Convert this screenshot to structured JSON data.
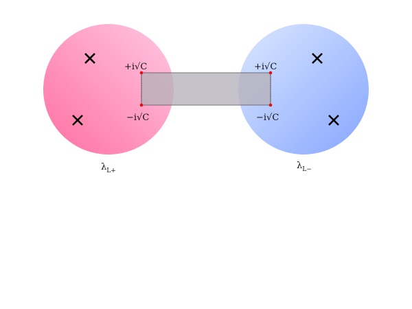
{
  "diagram": {
    "colors": {
      "left_disk_light": "#ffc8e4",
      "left_disk_dark": "#ff6f9f",
      "right_disk_light": "#dbe7ff",
      "right_disk_dark": "#86a6ff",
      "strip_fill": "#b6b1bb",
      "strip_stroke": "#6c6a72",
      "endpoint": "#e01010",
      "cross": "#000000"
    },
    "left_disk": {
      "label_main": "λ",
      "label_sub": "L+"
    },
    "right_disk": {
      "label_main": "λ",
      "label_sub": "L−"
    },
    "endpoints": {
      "top_label": "+i√C",
      "bottom_label": "−i√C"
    },
    "markers": {
      "cross_symbol": "×",
      "count_left": 2,
      "count_right": 2
    }
  }
}
